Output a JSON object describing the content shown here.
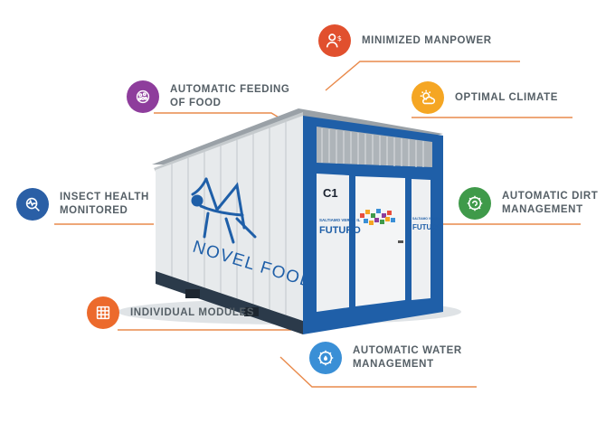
{
  "colors": {
    "accent_line": "#e98a4b",
    "container_blue": "#1f5fa8",
    "panel": "#e7eaec",
    "panel_dark": "#c7ccd0"
  },
  "container": {
    "logo_text": "NOVEL FOOD",
    "unit_code": "C1",
    "brand_top": "SALTIAMO VERSO IL",
    "brand_bottom": "FUTURO"
  },
  "features": [
    {
      "label": "MINIMIZED MANPOWER",
      "icon": "person-money-icon",
      "color": "#e1502e"
    },
    {
      "label": "AUTOMATIC FEEDING\nOF FOOD",
      "icon": "grain-icon",
      "color": "#8e3d9c"
    },
    {
      "label": "OPTIMAL CLIMATE",
      "icon": "sun-cloud-icon",
      "color": "#f5a623"
    },
    {
      "label": "INSECT HEALTH\nMONITORED",
      "icon": "health-magnifier-icon",
      "color": "#2a5fa6"
    },
    {
      "label": "AUTOMATIC DIRT\nMANAGEMENT",
      "icon": "gear-recycle-icon",
      "color": "#3f9a4a"
    },
    {
      "label": "INDIVIDUAL MODULES",
      "icon": "grid-modules-icon",
      "color": "#ec6a2c"
    },
    {
      "label": "AUTOMATIC WATER\nMANAGEMENT",
      "icon": "gear-drop-icon",
      "color": "#3a8fd6"
    }
  ]
}
